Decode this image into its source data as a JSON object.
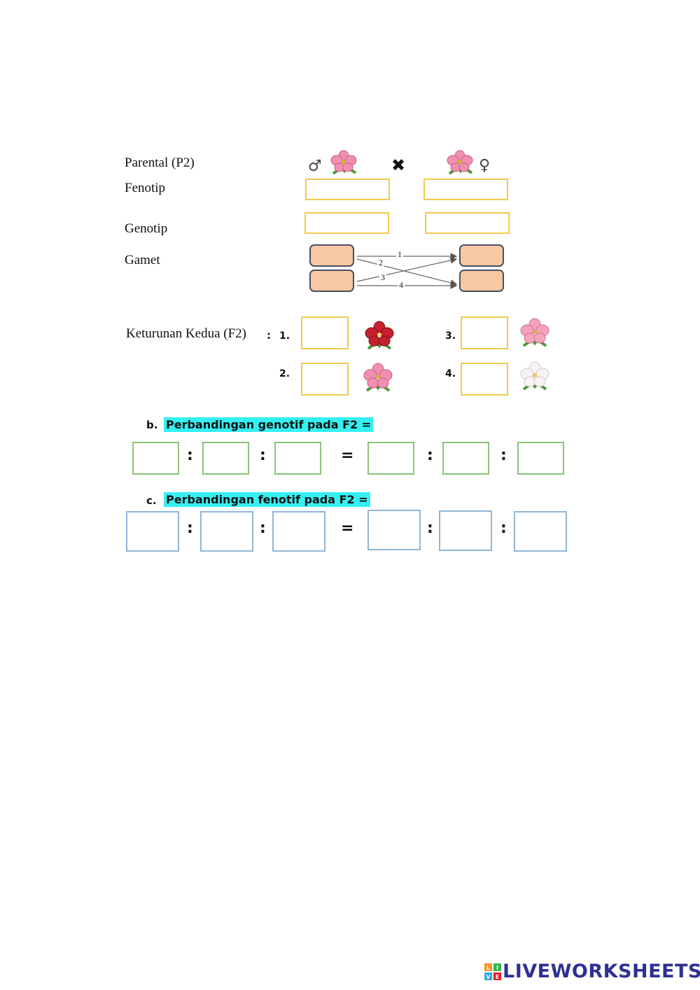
{
  "labels": {
    "parental": "Parental (P2)",
    "fenotip": "Fenotip",
    "genotip": "Genotip",
    "gamet": "Gamet",
    "f2": "Keturunan Kedua (F2)"
  },
  "symbols": {
    "male": "♂",
    "female": "♀",
    "cross": "✖",
    "colon": ":",
    "equals": "="
  },
  "gamete_arrows": [
    "1",
    "2",
    "3",
    "4"
  ],
  "f2_numbers": [
    "1.",
    "2.",
    "3.",
    "4."
  ],
  "flower_colors": {
    "pink": "#f08fb0",
    "red": "#c4202f",
    "white": "#f7f2f4",
    "leaf": "#4e9a3a"
  },
  "section_b": {
    "letter": "b.",
    "title": "Perbandingan genotif pada F2 ="
  },
  "section_c": {
    "letter": "c.",
    "title": "Perbandingan fenotif pada F2 ="
  },
  "branding": {
    "logo_letters": "LIVE",
    "name": "LIVEWORKSHEETS"
  }
}
